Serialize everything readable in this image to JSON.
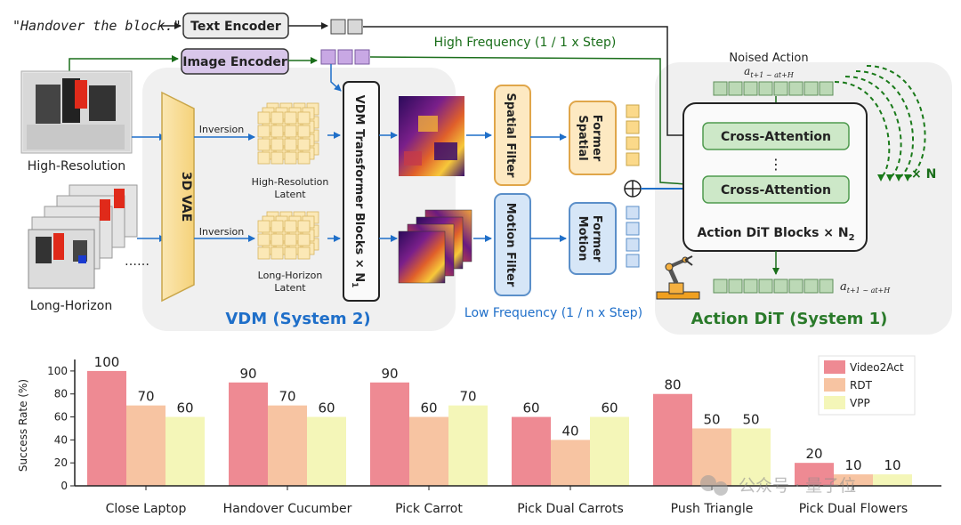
{
  "diagram": {
    "instruction": "\"Handover the block.\"",
    "text_encoder": "Text Encoder",
    "image_encoder": "Image Encoder",
    "high_frequency": "High Frequency (1 / 1 x Step)",
    "low_frequency": "Low Frequency (1 / n x Step)",
    "high_resolution": "High-Resolution",
    "long_horizon": "Long-Horizon",
    "vae": "3D VAE",
    "inversion_1": "Inversion",
    "inversion_2": "Inversion",
    "hr_latent_1": "High-Resolution",
    "hr_latent_2": "Latent",
    "lh_latent_1": "Long-Horizon",
    "lh_latent_2": "Latent",
    "vdm_blocks": "VDM Transformer Blocks × N",
    "vdm_blocks_sub": "1",
    "spatial_filter": "Spatial Filter",
    "motion_filter": "Motion Filter",
    "spatial_former_1": "Spatial",
    "spatial_former_2": "Former",
    "motion_former_1": "Motion",
    "motion_former_2": "Former",
    "oplus": "⊕",
    "noised_action": "Noised Action",
    "noised_action_sub": "a",
    "noised_action_range": "t+1 ~ a",
    "noised_action_range2": "t+H",
    "cross_attention_1": "Cross-Attention",
    "cross_attention_2": "Cross-Attention",
    "vdots": "⋮",
    "dit_blocks": "Action DiT Blocks × N",
    "dit_blocks_sub": "2",
    "times_n": "× N",
    "output_action": "a",
    "output_range": "t+1 ~ a",
    "output_range2": "t+H",
    "vdm_title": "VDM (System 2)",
    "dit_title": "Action DiT (System 1)",
    "dots": "……"
  },
  "colors": {
    "blue_arrow": "#1f6fc9",
    "green_arrow": "#1a6e1a",
    "vdm_title": "#1f6fc9",
    "dit_title": "#2a7a2a",
    "video2act": "#ee8a93",
    "rdt": "#f7c4a2",
    "vpp": "#f4f6b8"
  },
  "chart_data": {
    "type": "bar",
    "ylabel": "Success Rate (%)",
    "ylim": [
      0,
      110
    ],
    "yticks": [
      0,
      20,
      40,
      60,
      80,
      100
    ],
    "categories": [
      "Close Laptop",
      "Handover Cucumber",
      "Pick Carrot",
      "Pick Dual Carrots",
      "Push Triangle",
      "Pick Dual Flowers"
    ],
    "series": [
      {
        "name": "Video2Act",
        "values": [
          100,
          90,
          90,
          60,
          80,
          20
        ],
        "color": "#ee8a93"
      },
      {
        "name": "RDT",
        "values": [
          70,
          70,
          60,
          40,
          50,
          10
        ],
        "color": "#f7c4a2"
      },
      {
        "name": "VPP",
        "values": [
          60,
          60,
          70,
          60,
          50,
          10
        ],
        "color": "#f4f6b8"
      }
    ],
    "legend_position": "top-right"
  },
  "watermark": "公众号 · 量子位"
}
